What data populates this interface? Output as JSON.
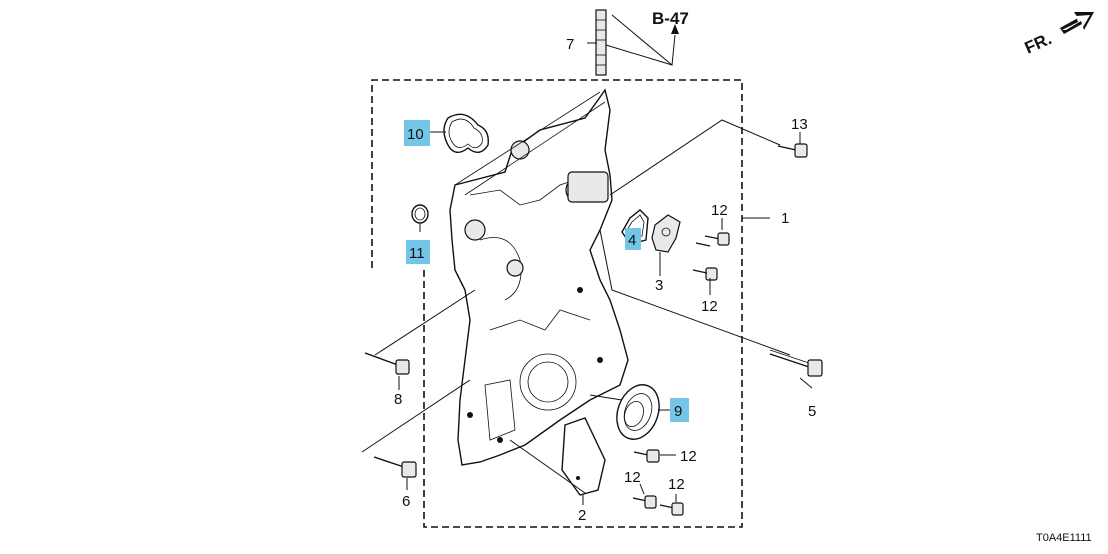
{
  "reference": {
    "label": "B-47"
  },
  "direction": {
    "label": "FR."
  },
  "diagram_code": "T0A4E1111",
  "callouts": [
    {
      "id": "1",
      "label": "1",
      "highlight": false
    },
    {
      "id": "2",
      "label": "2",
      "highlight": false
    },
    {
      "id": "3",
      "label": "3",
      "highlight": false
    },
    {
      "id": "4",
      "label": "4",
      "highlight": true
    },
    {
      "id": "5",
      "label": "5",
      "highlight": false
    },
    {
      "id": "6",
      "label": "6",
      "highlight": false
    },
    {
      "id": "7",
      "label": "7",
      "highlight": false
    },
    {
      "id": "8",
      "label": "8",
      "highlight": false
    },
    {
      "id": "9",
      "label": "9",
      "highlight": true
    },
    {
      "id": "10",
      "label": "10",
      "highlight": true
    },
    {
      "id": "11",
      "label": "11",
      "highlight": true
    },
    {
      "id": "12a",
      "label": "12",
      "highlight": false
    },
    {
      "id": "12b",
      "label": "12",
      "highlight": false
    },
    {
      "id": "12c",
      "label": "12",
      "highlight": false
    },
    {
      "id": "12d",
      "label": "12",
      "highlight": false
    },
    {
      "id": "12e",
      "label": "12",
      "highlight": false
    },
    {
      "id": "13",
      "label": "13",
      "highlight": false
    }
  ],
  "colors": {
    "highlight": "#74c6e8",
    "line": "#111111"
  }
}
